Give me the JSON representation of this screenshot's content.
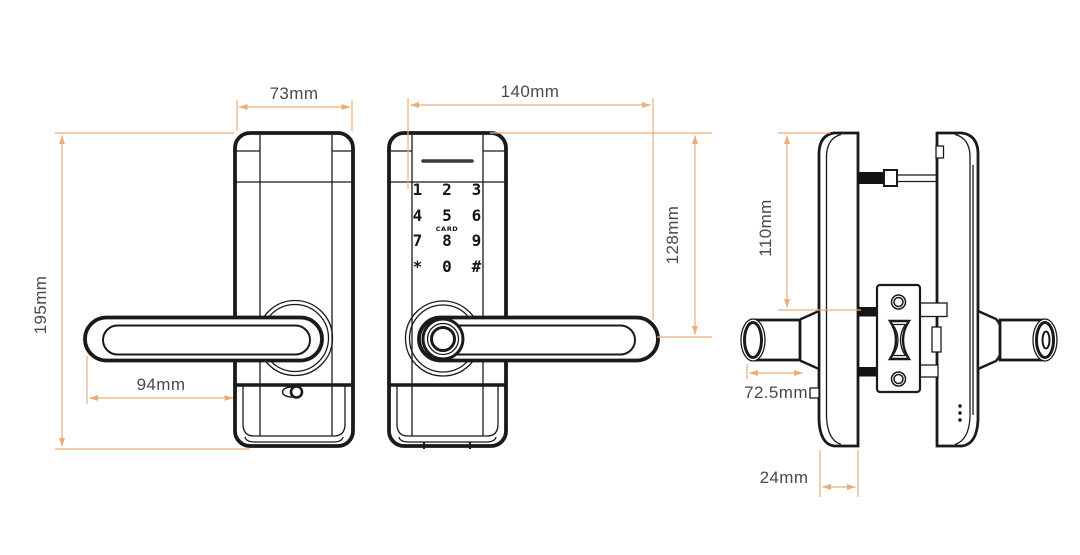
{
  "colors": {
    "line": "#1a1a1a",
    "dimension_line": "#EDAD7A",
    "dimension_text": "#4a4a4a",
    "background": "#ffffff"
  },
  "dims": {
    "back_width": "73mm",
    "back_height": "195mm",
    "back_handle_length": "94mm",
    "front_width": "140mm",
    "front_handle_axis": "128mm",
    "side_top_to_spindle": "110mm",
    "side_handle_length": "72.5mm",
    "side_body_thickness": "24mm"
  },
  "keypad": {
    "keys": [
      "1",
      "2",
      "3",
      "4",
      "5",
      "6",
      "7",
      "8",
      "9",
      "*",
      "0",
      "#"
    ],
    "card_label": "CARD"
  }
}
